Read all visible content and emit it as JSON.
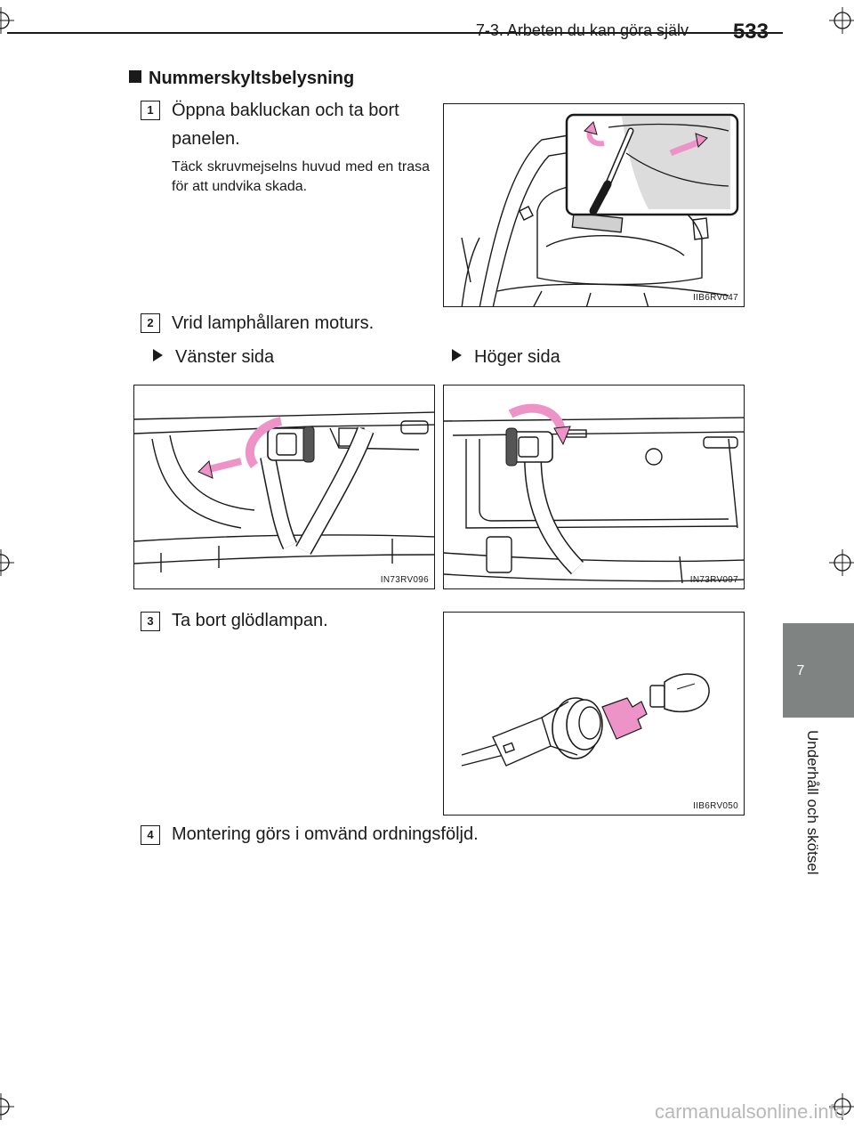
{
  "header": {
    "section": "7-3. Arbeten du kan göra själv",
    "page_number": "533"
  },
  "side_tab": {
    "chapter_number": "7",
    "chapter_title": "Underhåll och skötsel"
  },
  "section_title": "Nummerskyltsbelysning",
  "steps": [
    {
      "number": "1",
      "text_line1": "Öppna bakluckan och ta bort",
      "text_line2": "panelen.",
      "note": "Täck skruvmejselns huvud med en trasa för att undvika skada."
    },
    {
      "number": "2",
      "text": "Vrid lamphållaren moturs."
    },
    {
      "number": "3",
      "text": "Ta bort glödlampan."
    },
    {
      "number": "4",
      "text": "Montering görs i omvänd ordningsföljd."
    }
  ],
  "sides": {
    "left": "Vänster sida",
    "right": "Höger sida"
  },
  "figures": {
    "fig1": "IIB6RV047",
    "fig2_left": "IN73RV096",
    "fig2_right": "IN73RV097",
    "fig3": "IIB6RV050"
  },
  "colors": {
    "arrow_fill": "#ee93c7",
    "side_tab": "#7f8483"
  },
  "watermark": "carmanualsonline.info"
}
